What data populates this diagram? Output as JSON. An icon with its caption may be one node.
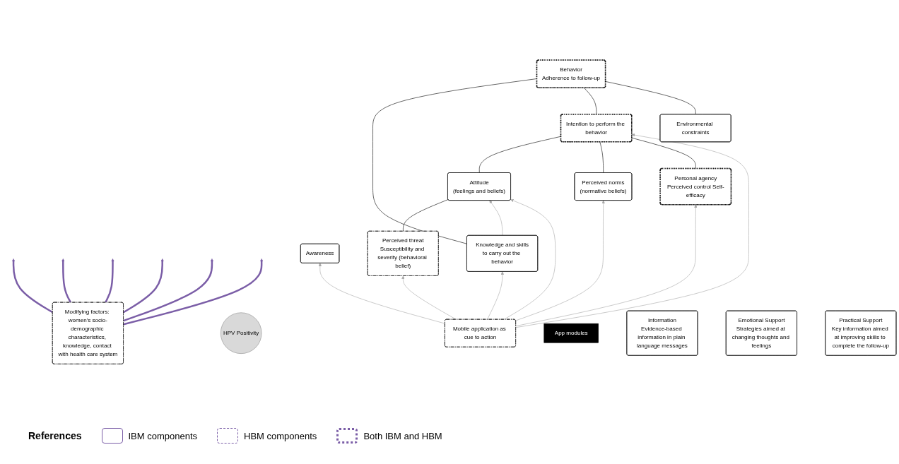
{
  "diagram": {
    "nodes": [
      {
        "text": [
          "Modifying factors: women’s socio-demographic characteristics, knowledge, contact with health care system"
        ]
      },
      {
        "text": [
          "HPV Positivity"
        ]
      },
      {
        "text": [
          "Perceived threat",
          "Susceptibility and severity (behavioral belief)"
        ]
      },
      {
        "text": [
          "Attitude",
          "(feelings and beliefs)"
        ]
      },
      {
        "text": [
          "Knowledge and skills",
          "to carry out the behavior"
        ]
      },
      {
        "text": [
          "Awareness"
        ]
      },
      {
        "text": [
          "Perceived norms",
          "(normative beliefs)"
        ]
      },
      {
        "text": [
          "Intention to perform the behavior"
        ]
      },
      {
        "text": [
          "Behavior",
          "Adherence to follow-up"
        ]
      },
      {
        "text": [
          "Personal agency",
          "Perceived control Self-efficacy"
        ]
      },
      {
        "text": [
          "Environmental constraints"
        ]
      },
      {
        "text": [
          "Mobile application as cue to action"
        ]
      },
      {
        "text": [
          "App modules"
        ]
      },
      {
        "text": [
          "Information",
          "Evidence-based information in plain language messages"
        ]
      },
      {
        "text": [
          "Emotional Support",
          "Strategies aimed at changing thoughts and feelings"
        ]
      },
      {
        "text": [
          "Practical Support",
          "Key information aimed at improving skills to complete the follow-up"
        ]
      }
    ],
    "edges": [
      {
        "from": 0,
        "to": null,
        "arrow": "to",
        "style": "thick",
        "color": "#7b5ea7"
      },
      {
        "from": 0,
        "to": null,
        "arrow": "to",
        "style": "thick",
        "color": "#7b5ea7"
      },
      {
        "from": 0,
        "to": null,
        "arrow": "to",
        "style": "thick",
        "color": "#7b5ea7"
      },
      {
        "from": 0,
        "to": null,
        "arrow": "to",
        "style": "thick",
        "color": "#7b5ea7"
      },
      {
        "from": 0,
        "to": null,
        "arrow": "to",
        "style": "thick",
        "color": "#7b5ea7"
      },
      {
        "from": 0,
        "to": null,
        "arrow": "to",
        "style": "thick",
        "color": "#7b5ea7"
      },
      {
        "from": 2,
        "to": 3,
        "arrow": "none",
        "color": "#000000"
      },
      {
        "from": 3,
        "to": 7,
        "arrow": "none",
        "color": "#000000"
      },
      {
        "from": 6,
        "to": 7,
        "arrow": "none",
        "color": "#000000"
      },
      {
        "from": 9,
        "to": 7,
        "arrow": "none",
        "color": "#000000"
      },
      {
        "from": 4,
        "to": 8,
        "arrow": "none",
        "color": "#000000"
      },
      {
        "from": 7,
        "to": 8,
        "arrow": "none",
        "color": "#000000"
      },
      {
        "from": 10,
        "to": 8,
        "arrow": "none",
        "color": "#000000"
      },
      {
        "from": 4,
        "to": 3,
        "arrow": "to"
      },
      {
        "from": 11,
        "to": 5,
        "arrow": "to"
      },
      {
        "from": 11,
        "to": 2,
        "arrow": "to"
      },
      {
        "from": 11,
        "to": 3,
        "arrow": "to"
      },
      {
        "from": 11,
        "to": 6,
        "arrow": "to"
      },
      {
        "from": 11,
        "to": 9,
        "arrow": "to"
      },
      {
        "from": 11,
        "to": 7,
        "arrow": "to"
      },
      {
        "from": 11,
        "to": 4,
        "arrow": "to"
      }
    ],
    "labels": [
      "References"
    ],
    "legend": [
      {
        "text": "IBM components"
      },
      {
        "text": "HBM components"
      },
      {
        "text": "Both IBM and HBM"
      }
    ]
  }
}
